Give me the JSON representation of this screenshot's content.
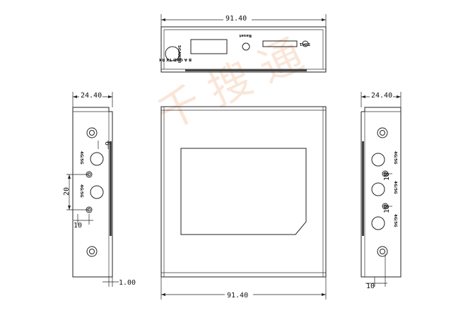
{
  "dimensions": {
    "top_width": "91.40",
    "left_depth": "24.40",
    "right_depth": "24.40",
    "front_width": "91.40",
    "wall_thickness": "1.00",
    "left_spacing_small": "6",
    "left_spacing_large": "20",
    "left_offset": "10",
    "right_spacing_a": "18",
    "right_spacing_b": "18",
    "right_offset": "10"
  },
  "top_panel": {
    "port_power": "SGANIFI",
    "terminal_labels": "B  A GND TX RX",
    "reset_label": "Reset",
    "sim_label": "SIM1"
  },
  "left_panel": {
    "antenna_1": "4G/5G",
    "antenna_2": "4G/5G"
  },
  "right_panel": {
    "antenna_1": "4G/5G",
    "antenna_2": "4G/5G",
    "antenna_3": "4G/5G"
  },
  "watermark": "千 搜 通"
}
